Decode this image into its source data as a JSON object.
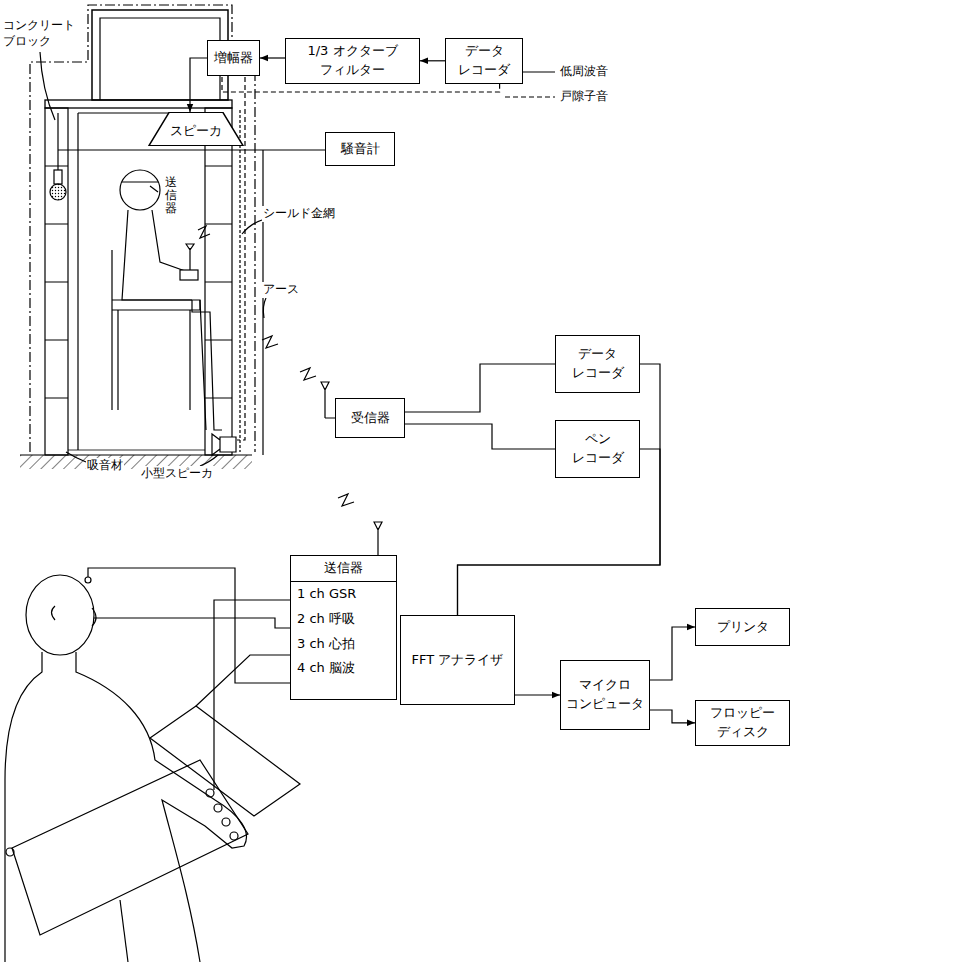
{
  "diagram": {
    "nodes": [
      {
        "text": [
          "増幅器"
        ]
      },
      {
        "text": [
          "1/3 オクターブ フィルター"
        ]
      },
      {
        "text": [
          "データ レコーダ"
        ]
      },
      {
        "text": [
          "スピーカ"
        ]
      },
      {
        "text": [
          "騒音計"
        ]
      },
      {
        "text": [
          "受信器"
        ]
      },
      {
        "text": [
          "データ レコーダ"
        ]
      },
      {
        "text": [
          "ペン レコーダ"
        ]
      },
      {
        "text": [
          "送信器",
          "1 ch GSR",
          "2 ch 呼吸",
          "3 ch 心拍",
          "4 ch 脳波"
        ]
      },
      {
        "text": [
          "FFT アナライザ"
        ]
      },
      {
        "text": [
          "マイクロ コンピュータ"
        ]
      },
      {
        "text": [
          "プリンタ"
        ]
      },
      {
        "text": [
          "フロッピー ディスク"
        ]
      }
    ],
    "edges": [
      {
        "from": 2,
        "to": 1,
        "arrow": "to"
      },
      {
        "from": 1,
        "to": 0,
        "arrow": "to"
      },
      {
        "from": 0,
        "to": 3,
        "arrow": "to"
      },
      {
        "from": 2,
        "to": 0,
        "arrow": "none"
      },
      {
        "from": 5,
        "to": 6,
        "arrow": "none"
      },
      {
        "from": 5,
        "to": 7,
        "arrow": "none"
      },
      {
        "from": 6,
        "to": 9,
        "arrow": "none"
      },
      {
        "from": 7,
        "to": 9,
        "arrow": "none"
      },
      {
        "from": 9,
        "to": 10,
        "arrow": "to"
      },
      {
        "from": 10,
        "to": 11,
        "arrow": "to"
      },
      {
        "from": 10,
        "to": 12,
        "arrow": "to"
      }
    ],
    "labels": [
      "コンクリート ブロック",
      "送信器",
      "シールド金網",
      "アース",
      "吸音材",
      "小型スピーカ"
    ],
    "legend": [
      {
        "text": "低周波音"
      },
      {
        "text": "戸隙子音"
      }
    ]
  }
}
